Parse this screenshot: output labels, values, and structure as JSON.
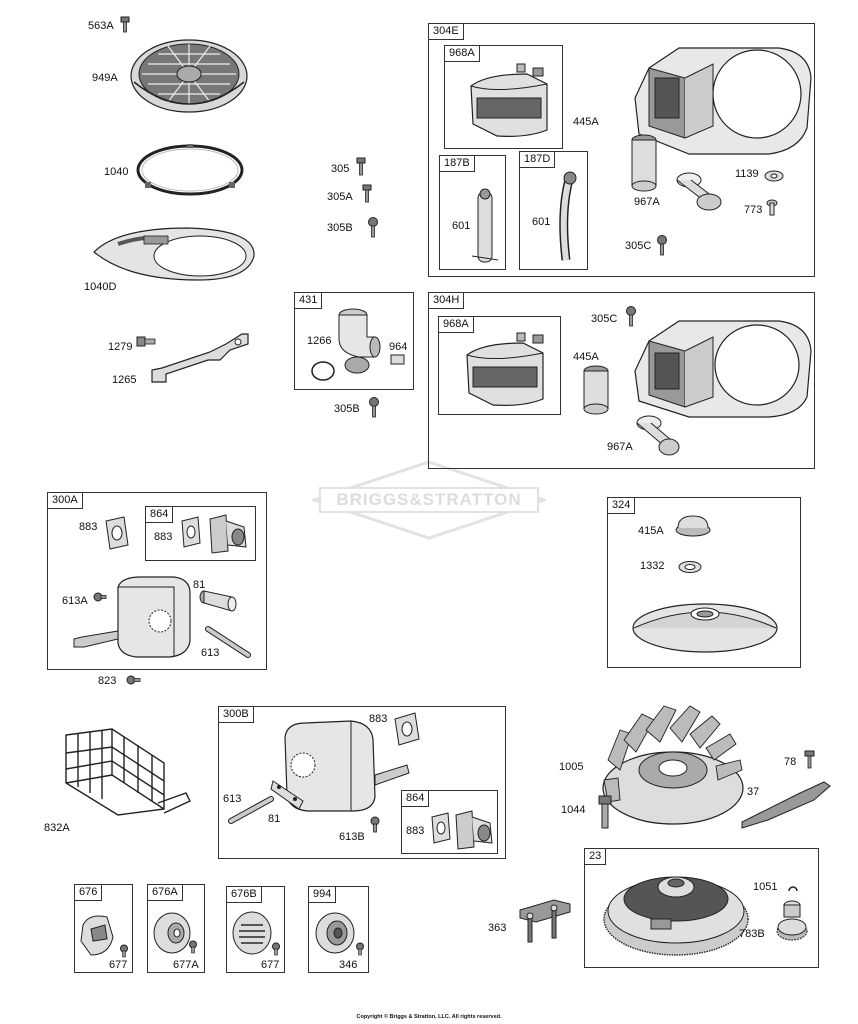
{
  "diagram": {
    "watermark": "BRIGGS&STRATTON",
    "copyright": "Copyright © Briggs & Stratton, LLC. All rights reserved.",
    "labels": {
      "p563A": "563A",
      "p949A": "949A",
      "p1040": "1040",
      "p1040D": "1040D",
      "p1279": "1279",
      "p1265": "1265",
      "p305": "305",
      "p305A": "305A",
      "p305B": "305B",
      "p305B_2": "305B",
      "p1266": "1266",
      "p964": "964",
      "p445A_E": "445A",
      "p1139": "1139",
      "p967A_E": "967A",
      "p773": "773",
      "p305C_E": "305C",
      "p601_B": "601",
      "p601_D": "601",
      "p305C_H": "305C",
      "p445A_H": "445A",
      "p967A_H": "967A",
      "p883_A1": "883",
      "p883_A2": "883",
      "p613A": "613A",
      "p81_A": "81",
      "p613_A": "613",
      "p823": "823",
      "p415A": "415A",
      "p1332": "1332",
      "p832A": "832A",
      "p883_B1": "883",
      "p613_B": "613",
      "p81_B": "81",
      "p613B": "613B",
      "p883_B2": "883",
      "p1005": "1005",
      "p78": "78",
      "p1044": "1044",
      "p37": "37",
      "p1051": "1051",
      "p783B": "783B",
      "p363": "363",
      "p677_a": "677",
      "p677A": "677A",
      "p677_b": "677",
      "p346": "346"
    },
    "boxes": {
      "b304E": "304E",
      "b968A_E": "968A",
      "b187B": "187B",
      "b187D": "187D",
      "b431": "431",
      "b304H": "304H",
      "b968A_H": "968A",
      "b300A": "300A",
      "b864_A": "864",
      "b324": "324",
      "b300B": "300B",
      "b864_B": "864",
      "b23": "23",
      "b676": "676",
      "b676A": "676A",
      "b676B": "676B",
      "b994": "994"
    }
  }
}
